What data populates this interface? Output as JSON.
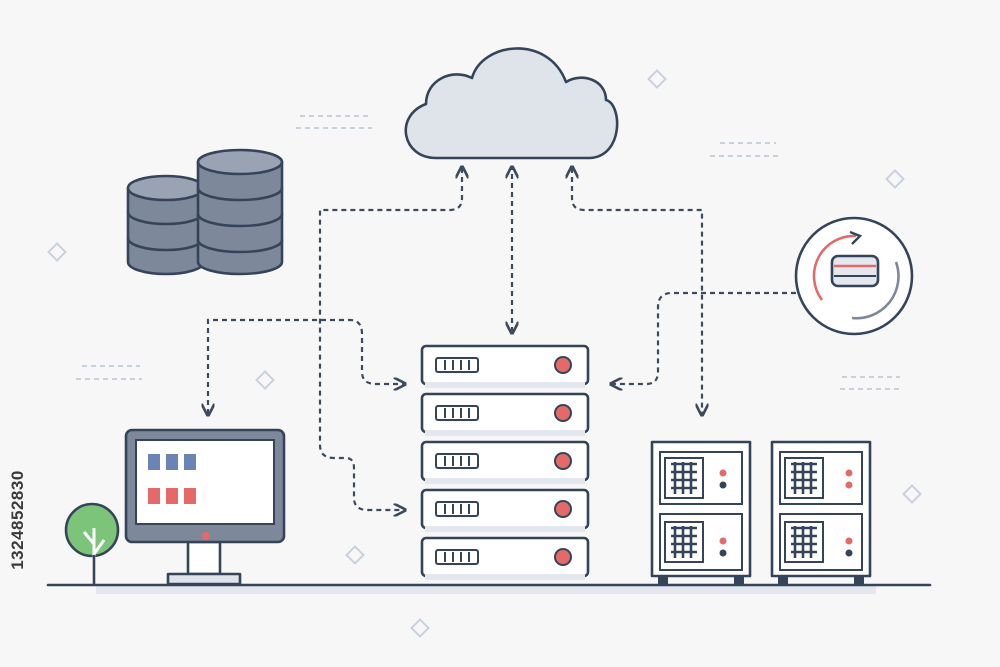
{
  "stock_id": "1324852830",
  "colors": {
    "outline": "#36445a",
    "server_fill": "#ffffff",
    "server_accent": "#e46a6a",
    "cloud_fill": "#dfe3ea",
    "database_fill": "#7e889b",
    "monitor_frame": "#7e889b",
    "tree_green": "#7cc47a",
    "arrow": "#3c4a5c"
  },
  "icons": [
    "cloud-icon",
    "database-icon",
    "server-rack-icon",
    "monitor-icon",
    "tree-icon",
    "sync-disk-icon",
    "storage-cabinet-icon"
  ],
  "nodes": [
    {
      "id": "cloud",
      "icon": "cloud-icon"
    },
    {
      "id": "database",
      "icon": "database-icon"
    },
    {
      "id": "server-rack",
      "icon": "server-rack-icon",
      "units": 5
    },
    {
      "id": "desktop-monitor",
      "icon": "monitor-icon"
    },
    {
      "id": "sync-disk",
      "icon": "sync-disk-icon"
    },
    {
      "id": "storage-cabinet-1",
      "icon": "storage-cabinet-icon"
    },
    {
      "id": "storage-cabinet-2",
      "icon": "storage-cabinet-icon"
    }
  ],
  "connections": [
    {
      "from": "server-rack",
      "to": "cloud",
      "style": "dashed",
      "bidirectional": true
    },
    {
      "from": "cloud",
      "to": "desktop-monitor",
      "style": "dashed"
    },
    {
      "from": "cloud",
      "to": "storage-cabinet-1",
      "style": "dashed"
    },
    {
      "from": "desktop-monitor",
      "to": "server-rack",
      "style": "dashed"
    },
    {
      "from": "sync-disk",
      "to": "server-rack",
      "style": "dashed"
    },
    {
      "from": "cloud",
      "to": "server-rack",
      "style": "dashed"
    }
  ]
}
